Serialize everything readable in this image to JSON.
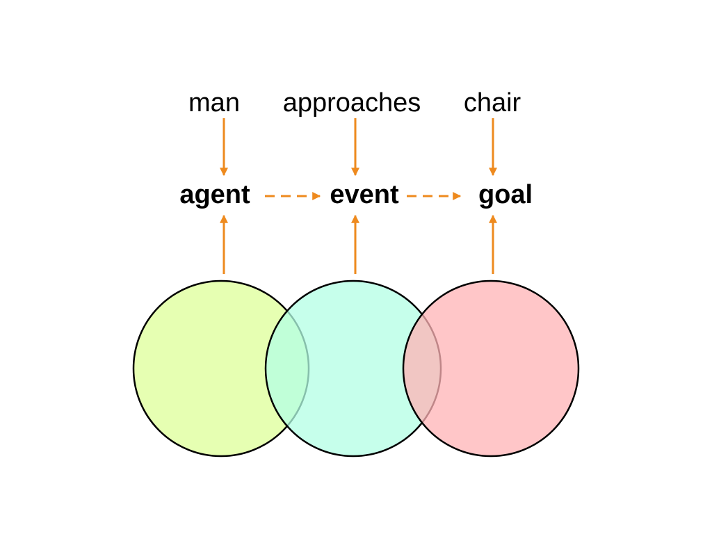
{
  "words": {
    "man": "man",
    "approaches": "approaches",
    "chair": "chair"
  },
  "roles": {
    "agent": "agent",
    "event": "event",
    "goal": "goal"
  },
  "colors": {
    "arrow": "#EE8A1E",
    "agent_circle": "#E3FFAA",
    "event_circle": "#B3FFE4",
    "goal_circle": "#FFB3B5",
    "circle_stroke": "#000000"
  }
}
